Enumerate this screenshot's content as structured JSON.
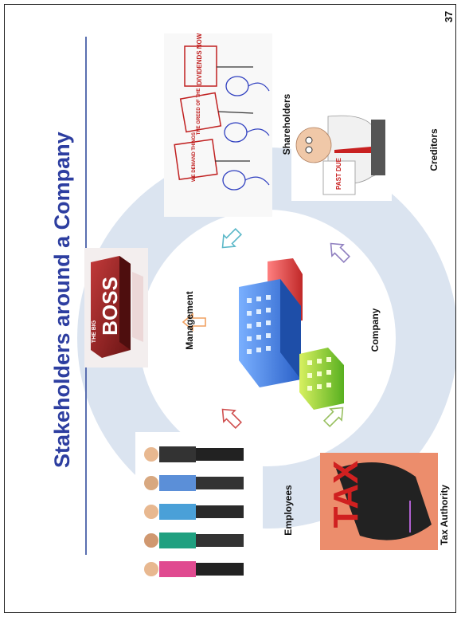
{
  "slide": {
    "title": "Stakeholders around a Company",
    "page_number": "37"
  },
  "nodes": {
    "center": "Company",
    "management": "Management",
    "shareholders": "Shareholders",
    "creditors": "Creditors",
    "employees": "Employees",
    "tax_authority": "Tax Authority"
  },
  "images": {
    "boss_block_text": "BOSS",
    "boss_block_small": "THE BIG",
    "protest_sign_1": "DIVIDENDS NOW",
    "protest_sign_2": "THE GREED OF THE",
    "protest_sign_3": "WE DEMAND THINGS",
    "invoice_text": "PAST DUE",
    "tax_text": "TAX"
  },
  "colors": {
    "title": "#2d3ea0",
    "ring": "#dbe4f0",
    "arrow_management": "#f0a060",
    "arrow_shareholders": "#5bb8c8",
    "arrow_creditors": "#9080c0",
    "arrow_employees": "#d05050",
    "arrow_tax": "#98c060"
  }
}
